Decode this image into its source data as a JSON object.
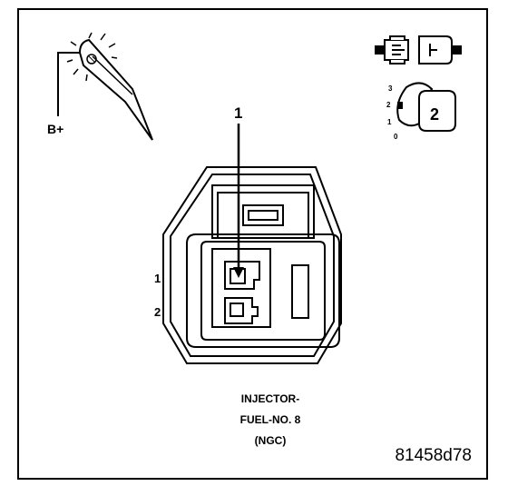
{
  "labels": {
    "power": "B+",
    "callout": "1",
    "pin_1": "1",
    "pin_2": "2"
  },
  "title": {
    "line1": "INJECTOR-",
    "line2": "FUEL-NO. 8",
    "line3": "(NGC)"
  },
  "reference_id": "81458d78",
  "meter_scale": {
    "s3": "3",
    "s2": "2",
    "s1": "1",
    "s0": "0",
    "selected": "2"
  },
  "icons": {
    "probe": "test-light-probe-icon",
    "connector": "disconnected-connector-icon",
    "selector": "meter-range-selector-icon"
  }
}
